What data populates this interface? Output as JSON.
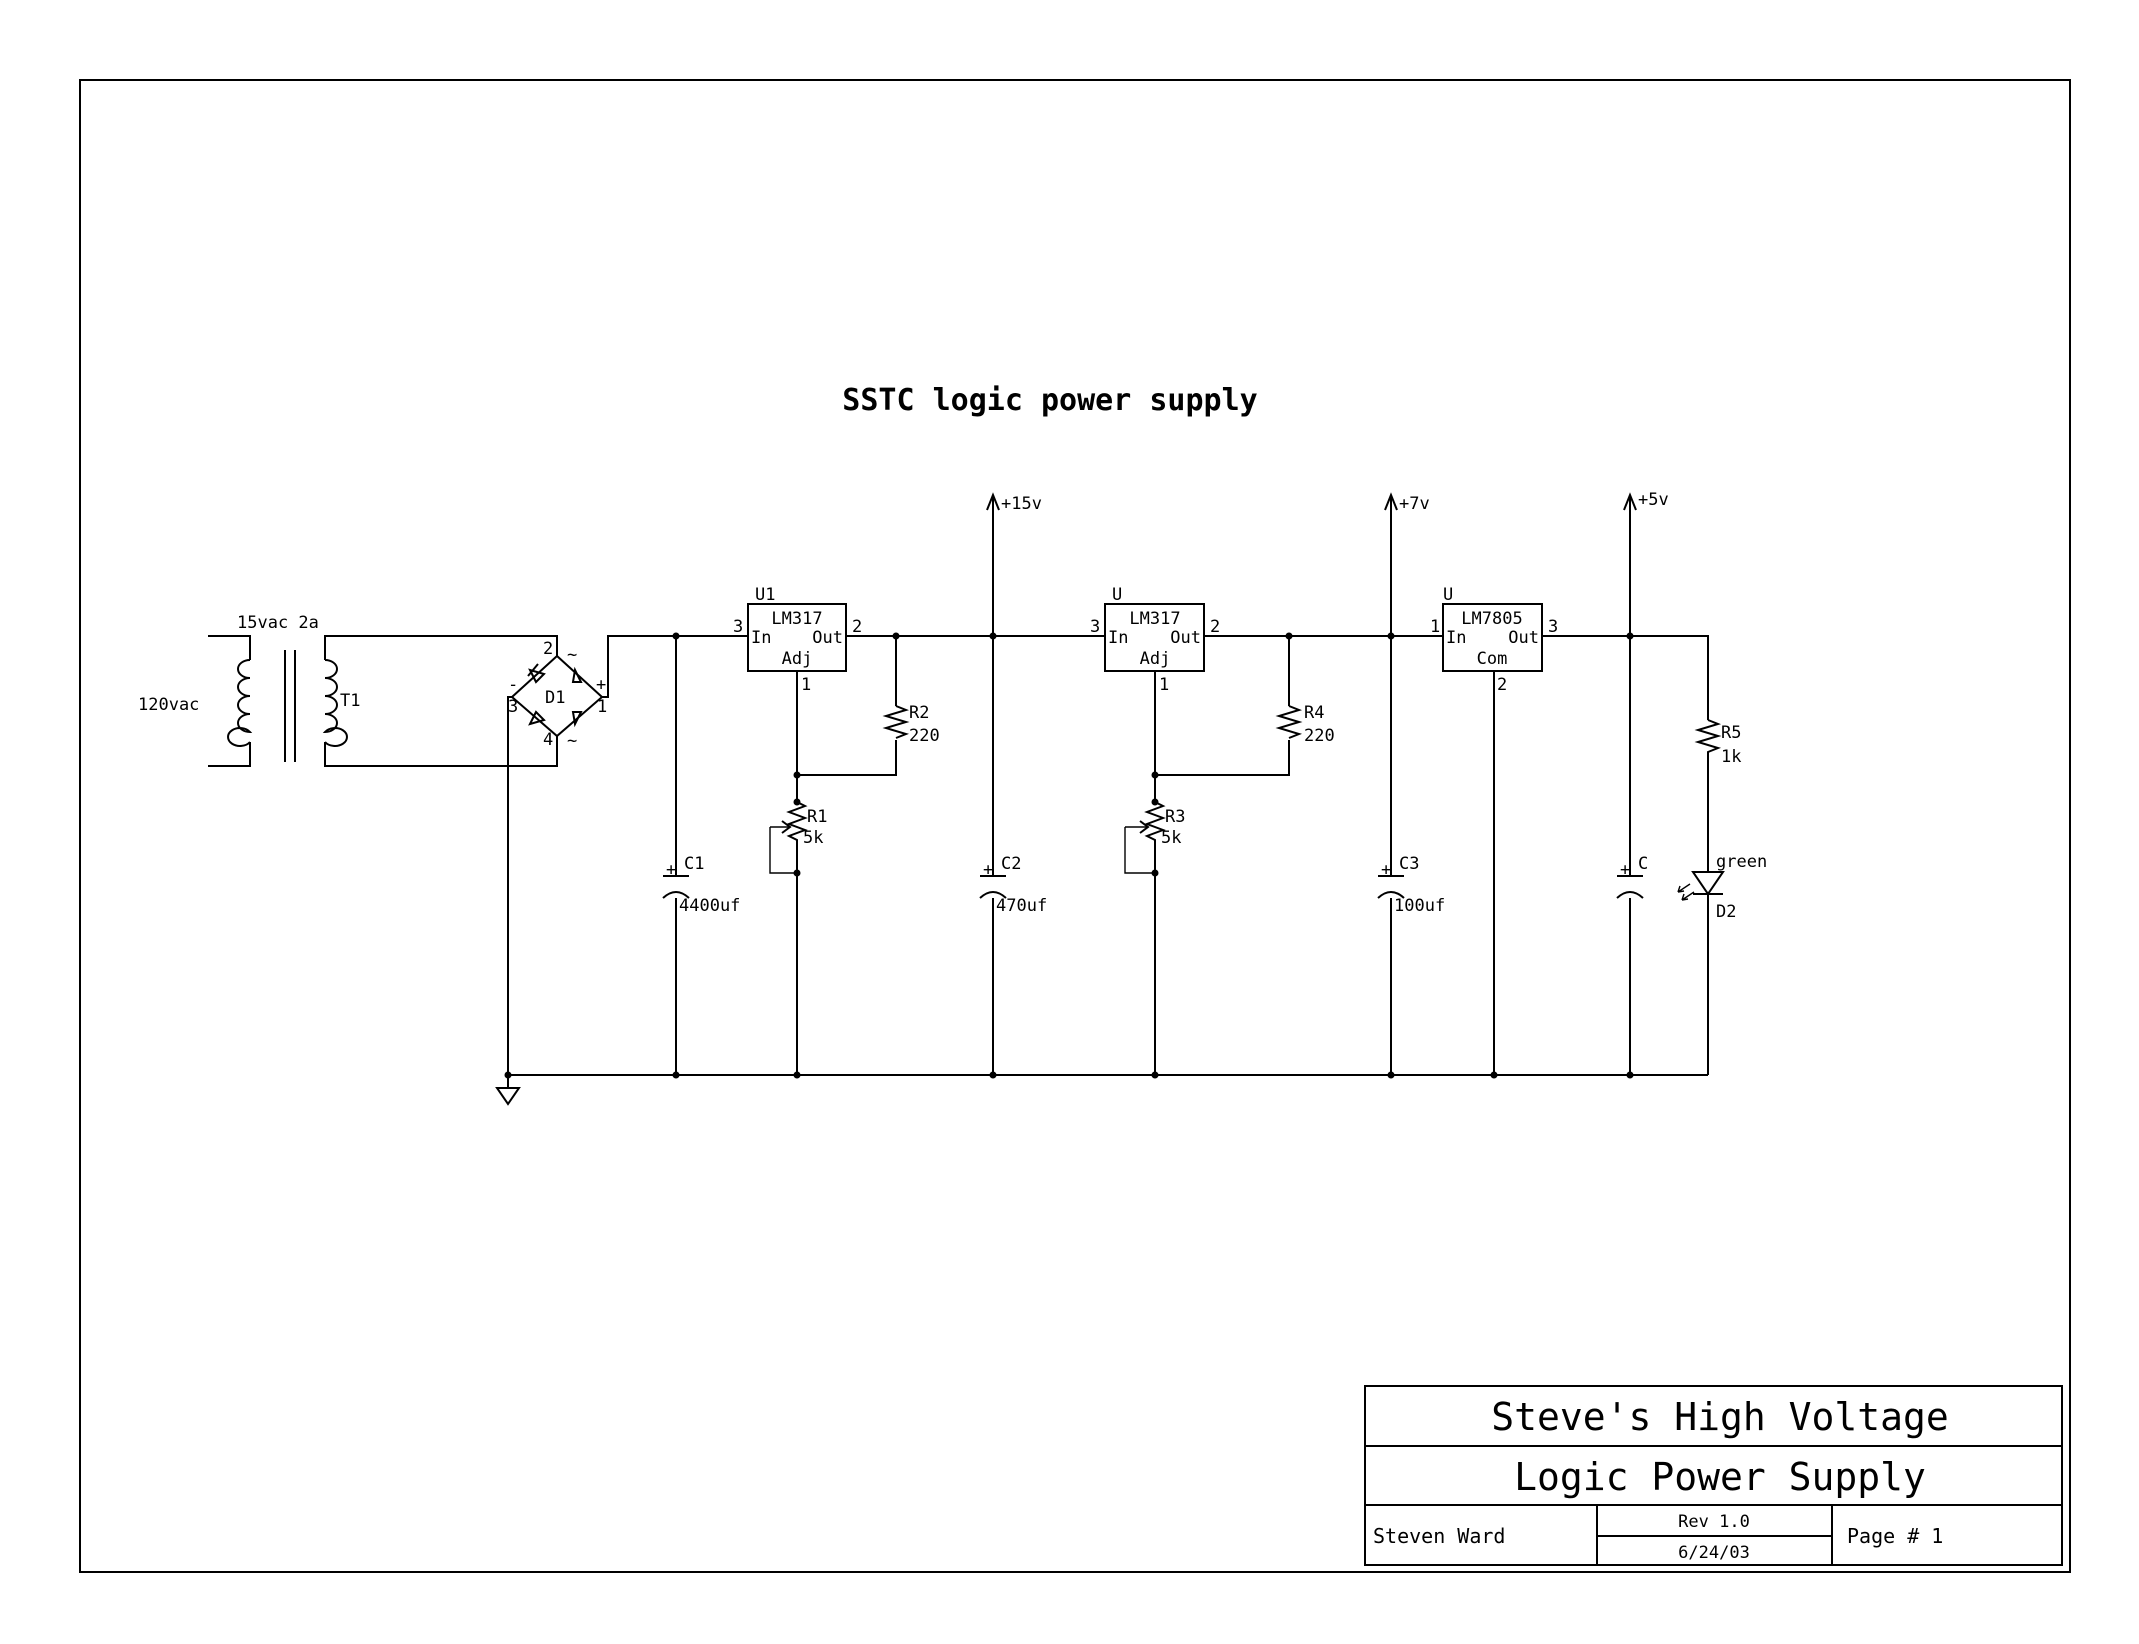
{
  "title": "SSTC logic power supply",
  "labels": {
    "input_voltage": "120vac",
    "transformer_rating": "15vac 2a",
    "transformer_ref": "T1",
    "bridge_ref": "D1",
    "bridge_pins": {
      "top": "2",
      "left": "3",
      "bottom": "4",
      "right": "1"
    },
    "bridge_marks": {
      "minus": "-",
      "plus": "+",
      "ac_top": "~",
      "ac_bottom": "~"
    },
    "rail_15": "+15v",
    "rail_7": "+7v",
    "rail_5": "+5v"
  },
  "regulators": [
    {
      "ref": "U1",
      "part": "LM317",
      "in": "In",
      "out": "Out",
      "ctrl": "Adj",
      "pin_in": "3",
      "pin_out": "2",
      "pin_ctrl": "1"
    },
    {
      "ref": "U",
      "part": "LM317",
      "in": "In",
      "out": "Out",
      "ctrl": "Adj",
      "pin_in": "3",
      "pin_out": "2",
      "pin_ctrl": "1"
    },
    {
      "ref": "U",
      "part": "LM7805",
      "in": "In",
      "out": "Out",
      "ctrl": "Com",
      "pin_in": "1",
      "pin_out": "3",
      "pin_ctrl": "2"
    }
  ],
  "resistors": [
    {
      "ref": "R2",
      "value": "220"
    },
    {
      "ref": "R4",
      "value": "220"
    },
    {
      "ref": "R5",
      "value": "1k"
    }
  ],
  "potentiometers": [
    {
      "ref": "R1",
      "value": "5k"
    },
    {
      "ref": "R3",
      "value": "5k"
    }
  ],
  "capacitors": [
    {
      "ref": "C1",
      "value": "4400uf"
    },
    {
      "ref": "C2",
      "value": "470uf"
    },
    {
      "ref": "C3",
      "value": "100uf"
    },
    {
      "ref": "C",
      "value": ""
    }
  ],
  "led": {
    "ref": "D2",
    "color": "green"
  },
  "title_block": {
    "company": "Steve's High Voltage",
    "project": "Logic Power Supply",
    "author": "Steven Ward",
    "revision": "Rev 1.0",
    "date": "6/24/03",
    "page": "Page # 1"
  }
}
